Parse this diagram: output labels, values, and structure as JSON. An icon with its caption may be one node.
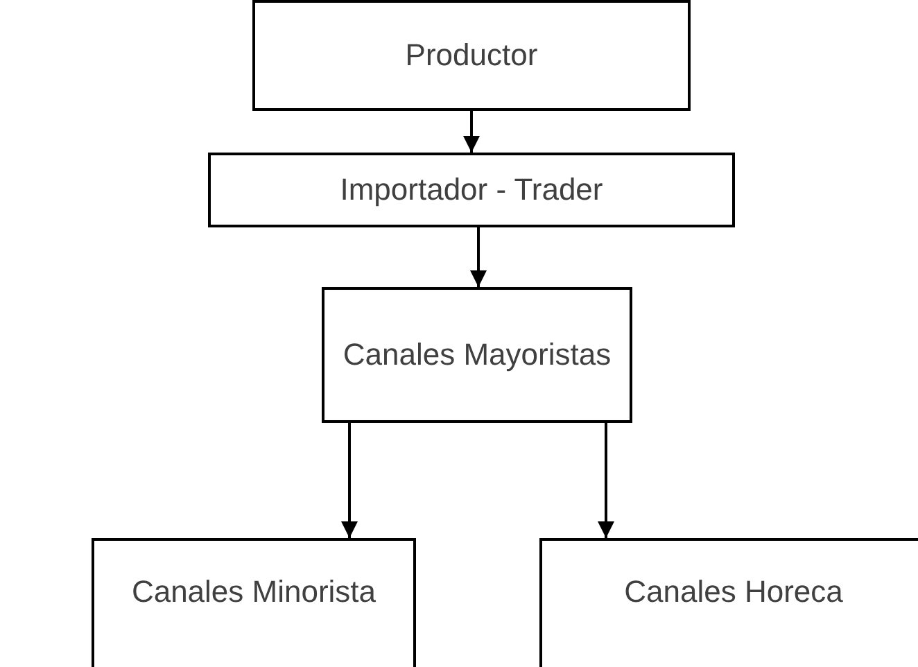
{
  "diagram": {
    "nodes": [
      {
        "text": [
          "Productor"
        ]
      },
      {
        "text": [
          "Importador - Trader"
        ]
      },
      {
        "text": [
          "Canales Mayoristas"
        ]
      },
      {
        "text": [
          "Canales Minorista"
        ]
      },
      {
        "text": [
          "Canales Horeca"
        ]
      }
    ],
    "edges": [
      {
        "from": 0,
        "to": 1,
        "arrow": "to"
      },
      {
        "from": 1,
        "to": 2,
        "arrow": "to"
      },
      {
        "from": 2,
        "to": 3,
        "arrow": "to"
      },
      {
        "from": 2,
        "to": 4,
        "arrow": "to"
      }
    ]
  }
}
